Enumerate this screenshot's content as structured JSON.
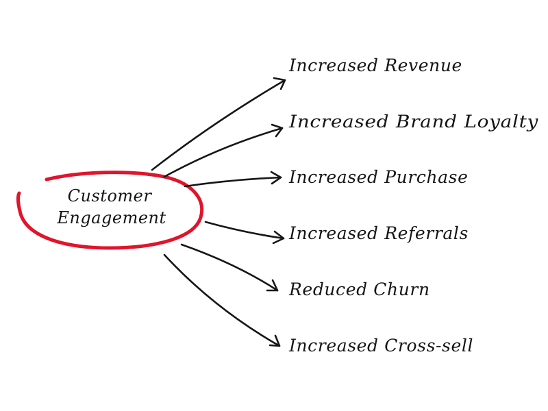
{
  "diagram": {
    "center_label_lines": [
      "Customer",
      "Engagement"
    ],
    "outcomes": [
      "Increased Revenue",
      "Increased Brand Loyalty",
      "Increased Purchase",
      "Increased Referrals",
      "Reduced Churn",
      "Increased Cross-sell"
    ],
    "colors": {
      "ink": "#161616",
      "circle": "#e0142b"
    }
  }
}
